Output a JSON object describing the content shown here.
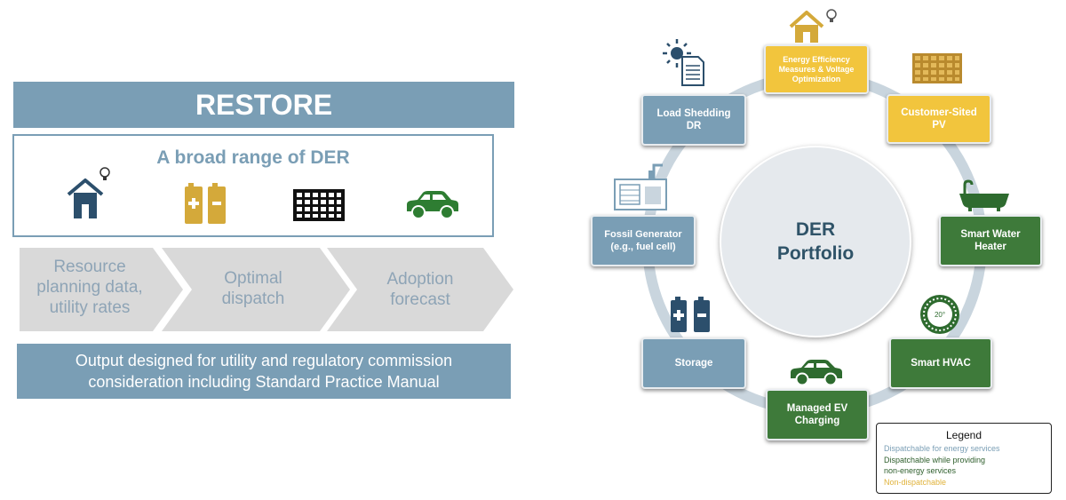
{
  "left": {
    "title": "RESTORE",
    "der_heading": "A broad range of DER",
    "der_icons": [
      "house-lightbulb-icon",
      "battery-icon",
      "solar-panel-icon",
      "car-icon"
    ],
    "steps": [
      {
        "line1": "Resource",
        "line2": "planning data,",
        "line3": "utility rates"
      },
      {
        "line1": "Optimal",
        "line2": "dispatch"
      },
      {
        "line1": "Adoption",
        "line2": "forecast"
      }
    ],
    "output_line1": "Output designed for utility and regulatory commission",
    "output_line2": "consideration including Standard Practice Manual"
  },
  "diagram": {
    "center_line1": "DER",
    "center_line2": "Portfolio",
    "nodes": {
      "energy_efficiency": {
        "line1": "Energy Efficiency",
        "line2": "Measures & Voltage",
        "line3": "Optimization",
        "category": "non-dispatchable"
      },
      "customer_pv": {
        "line1": "Customer-Sited",
        "line2": "PV",
        "category": "non-dispatchable"
      },
      "smart_water_heater": {
        "line1": "Smart Water",
        "line2": "Heater",
        "category": "dispatchable-non-energy"
      },
      "smart_hvac": {
        "line1": "Smart HVAC",
        "category": "dispatchable-non-energy"
      },
      "managed_ev": {
        "line1": "Managed EV",
        "line2": "Charging",
        "category": "dispatchable-non-energy"
      },
      "storage": {
        "line1": "Storage",
        "category": "dispatchable-energy"
      },
      "fossil_generator": {
        "line1": "Fossil Generator",
        "line2": "(e.g., fuel cell)",
        "category": "dispatchable-energy"
      },
      "load_shedding": {
        "line1": "Load Shedding",
        "line2": "DR",
        "category": "dispatchable-energy"
      }
    },
    "thermostat_label": "20°"
  },
  "legend": {
    "title": "Legend",
    "item1": "Dispatchable for energy services",
    "item2_line1": "Dispatchable while providing",
    "item2_line2": "non-energy services",
    "item3": "Non-dispatchable"
  },
  "colors": {
    "slate_blue": "#7a9eb5",
    "green": "#3e7a3a",
    "yellow": "#f2c53d",
    "chevron_gray": "#d9d9d9",
    "navy_icon": "#2c4f6c",
    "icon_gold": "#d4a93a"
  }
}
